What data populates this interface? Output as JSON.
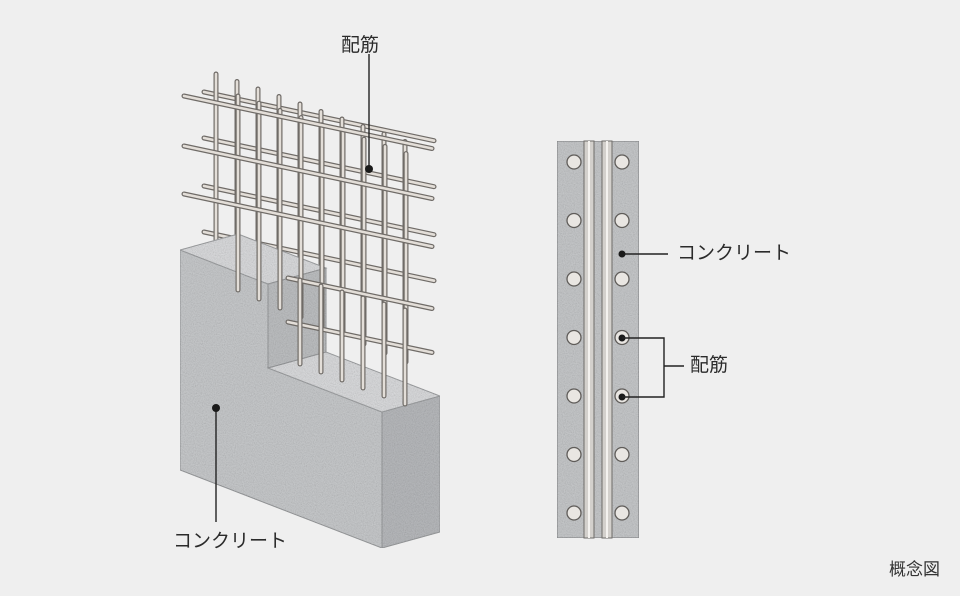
{
  "labels": {
    "rebar_top": "配筋",
    "concrete_left": "コンクリート",
    "concrete_right": "コンクリート",
    "rebar_right": "配筋"
  },
  "note": "概念図"
}
